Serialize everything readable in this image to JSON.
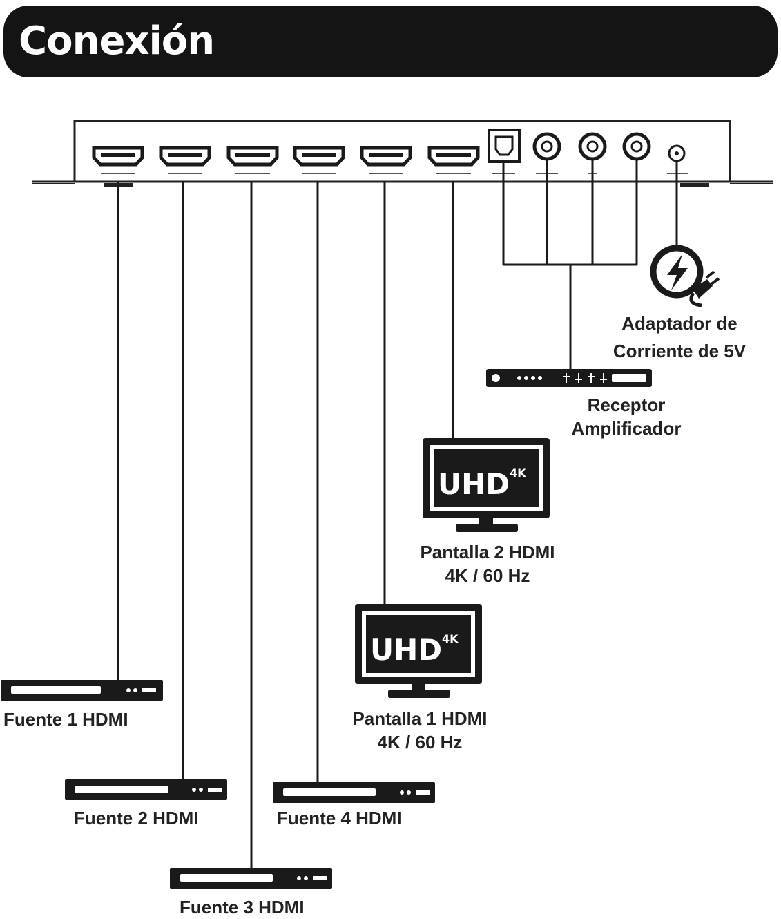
{
  "header": {
    "title": "Conexión"
  },
  "sources": [
    {
      "label": "Fuente 1 HDMI"
    },
    {
      "label": "Fuente 2 HDMI"
    },
    {
      "label": "Fuente 3 HDMI"
    },
    {
      "label": "Fuente 4 HDMI"
    }
  ],
  "displays": [
    {
      "label_line1": "Pantalla 1 HDMI",
      "label_line2": "4K / 60 Hz",
      "badge": "UHD",
      "badge_sup": "4K"
    },
    {
      "label_line1": "Pantalla 2 HDMI",
      "label_line2": "4K / 60 Hz",
      "badge": "UHD",
      "badge_sup": "4K"
    }
  ],
  "receiver": {
    "label_line1": "Receptor",
    "label_line2": "Amplificador"
  },
  "power": {
    "label_line1": "Adaptador de",
    "label_line2": "Corriente de 5V"
  },
  "icons": [
    "hdmi-port-icon",
    "toslink-port-icon",
    "rca-jack-icon",
    "dc-jack-icon",
    "source-player-icon",
    "uhd-tv-icon",
    "av-receiver-icon",
    "power-plug-icon"
  ],
  "colors": {
    "ink": "#141414",
    "paper": "#ffffff"
  }
}
